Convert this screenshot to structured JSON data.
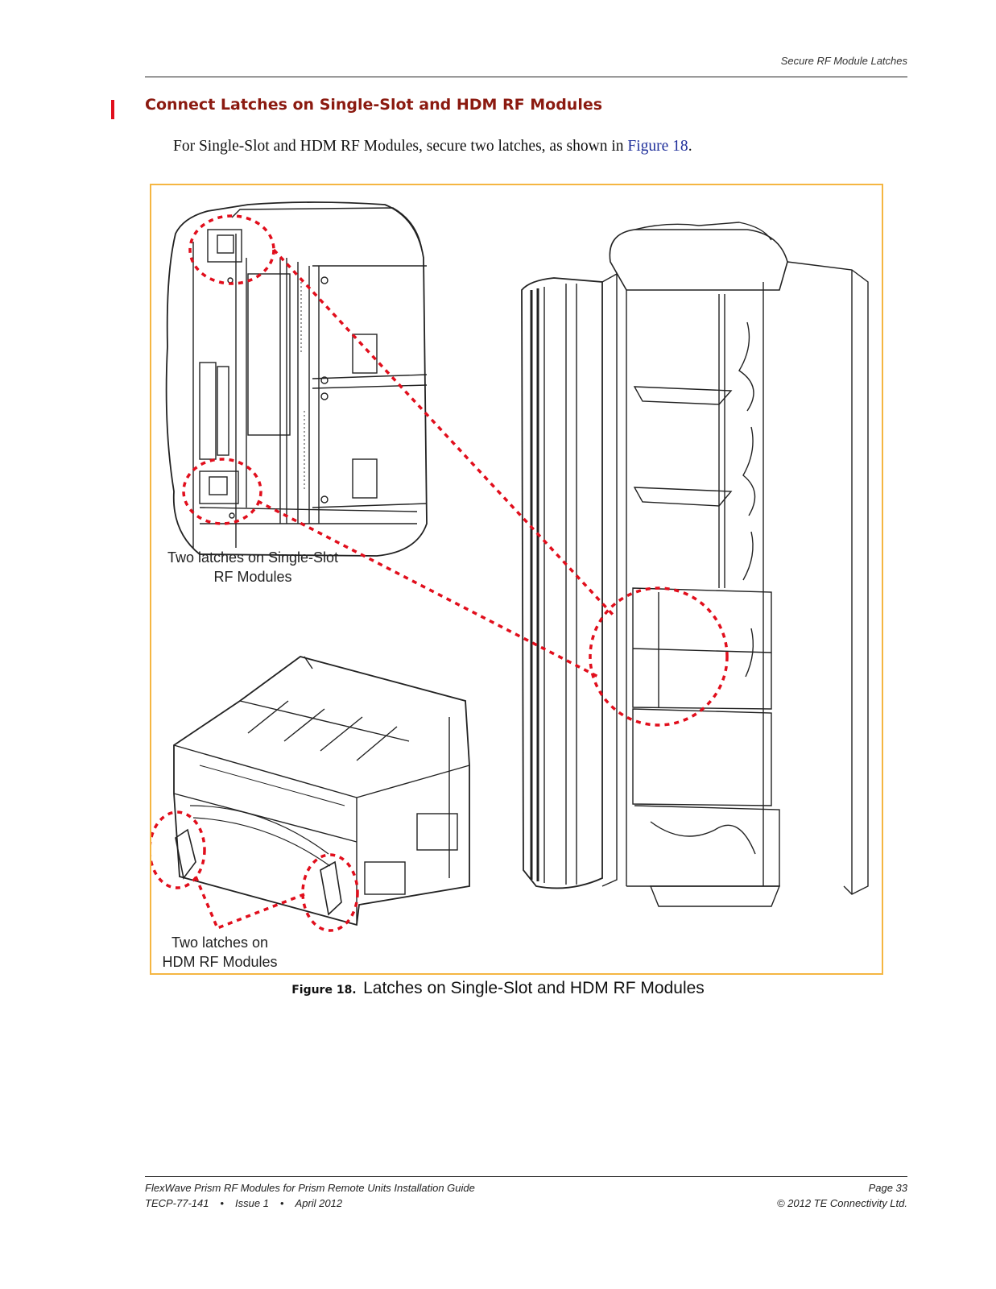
{
  "header": {
    "running_head": "Secure RF Module Latches"
  },
  "section": {
    "heading": "Connect Latches on Single-Slot and HDM RF Modules",
    "paragraph_before_ref": "For Single-Slot and HDM RF Modules, secure two latches, as shown in ",
    "figure_ref": "Figure 18",
    "paragraph_after_ref": "."
  },
  "figure": {
    "callout_single_slot": {
      "line1": "Two latches on Single-Slot",
      "line2": "RF Modules"
    },
    "callout_hdm": {
      "line1": "Two latches on",
      "line2": "HDM RF Modules"
    },
    "caption_label": "Figure 18.",
    "caption_text": "Latches on Single-Slot and HDM RF Modules",
    "frame_color": "#f5b642",
    "callout_line_color": "#e10e1c"
  },
  "footer": {
    "title": "FlexWave Prism RF Modules for Prism Remote Units Installation Guide",
    "doc_number": "TECP-77-141",
    "issue": "Issue 1",
    "date": "April 2012",
    "page": "Page 33",
    "copyright": "© 2012 TE Connectivity Ltd."
  }
}
